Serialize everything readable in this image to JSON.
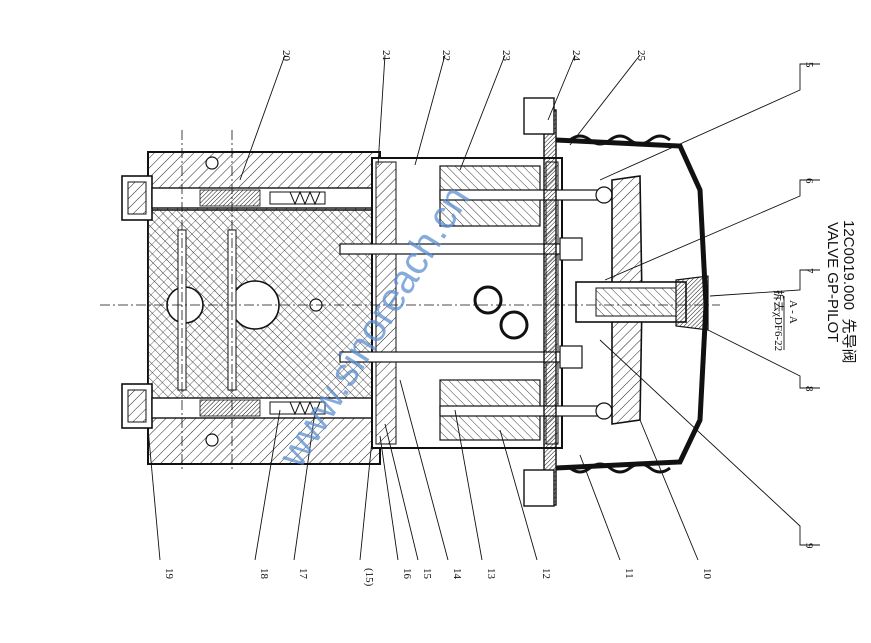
{
  "title": {
    "code": "12C0019.000",
    "name_cn": "先导阀",
    "name_en": "VALVE GP-PILOT"
  },
  "section_note": {
    "label": "A - A",
    "sub": "拆去χDF6-22"
  },
  "watermark": "www.sinoreach.cn",
  "callouts": {
    "top": [
      "20",
      "21",
      "22",
      "23",
      "24",
      "25"
    ],
    "right": [
      "5",
      "6",
      "7",
      "8",
      "9"
    ],
    "bottom": [
      "19",
      "18",
      "17",
      "(15)",
      "16",
      "15",
      "14",
      "13",
      "12",
      "11",
      "10"
    ]
  },
  "colors": {
    "line": "#111111",
    "watermark": "#5b8fd0"
  }
}
